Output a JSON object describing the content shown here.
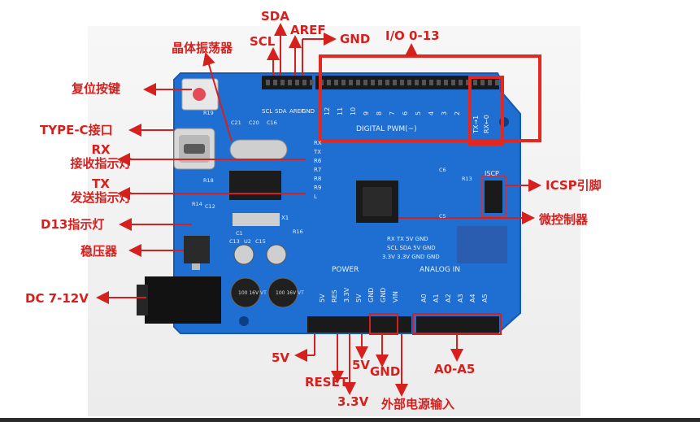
{
  "labels": {
    "reset_button": "复位按键",
    "type_c_port": "TYPE-C接口",
    "rx_led_line1": "RX",
    "rx_led_line2": "接收指示灯",
    "tx_led_line1": "TX",
    "tx_led_line2": "发送指示灯",
    "d13_led": "D13指示灯",
    "regulator": "稳压器",
    "dc_jack": "DC 7-12V",
    "crystal": "晶体振荡器",
    "scl_top": "SCL",
    "sda_top": "SDA",
    "aref_top": "AREF",
    "gnd_top": "GND",
    "io_pins": "I/O 0-13",
    "icsp": "ICSP引脚",
    "mcu": "微控制器",
    "power_5v_a": "5V",
    "reset_bottom": "RESET",
    "power_33v": "3.3V",
    "power_5v_b": "5V",
    "gnd_bottom": "GND",
    "vin": "外部电源输入",
    "analog": "A0-A5"
  },
  "board": {
    "silk_digital": "DIGITAL PWM(~)",
    "silk_power": "POWER",
    "silk_analog": "ANALOG IN",
    "silk_icsp": "ISCP",
    "silk_scl": "SCL",
    "silk_sda": "SDA",
    "silk_aref": "AREF",
    "silk_gnd": "GND",
    "digital_pins": [
      "12",
      "11",
      "10",
      "9",
      "8",
      "7",
      "6",
      "5",
      "4",
      "3",
      "2"
    ],
    "tx_rx": [
      "TX→1",
      "RX←0"
    ],
    "power_pins": [
      "5V",
      "RES",
      "3.3V",
      "5V",
      "GND",
      "GND",
      "VIN"
    ],
    "analog_pins": [
      "A0",
      "A1",
      "A2",
      "A3",
      "A4",
      "A5"
    ],
    "side_pins": [
      "RX",
      "TX",
      "R6",
      "R7",
      "R8",
      "R9",
      "L"
    ],
    "right_table_row1": "RX  TX  5V  GND",
    "right_table_row2": "SCL SDA 5V  GND",
    "right_table_row3": "3.3V 3.3V GND GND",
    "cap_text": "100 16V VT",
    "crystal_text": "X1",
    "r_labels": [
      "R19",
      "R18",
      "R16",
      "R13",
      "R14",
      "C21",
      "C20",
      "C16",
      "C12",
      "C13",
      "C15",
      "C6",
      "C5",
      "C1",
      "U2"
    ],
    "colors": {
      "board": "#1f6fd2",
      "annotation": "#d6201d",
      "highlight_box": "#e5281f",
      "header": "#1a1a1a"
    }
  }
}
